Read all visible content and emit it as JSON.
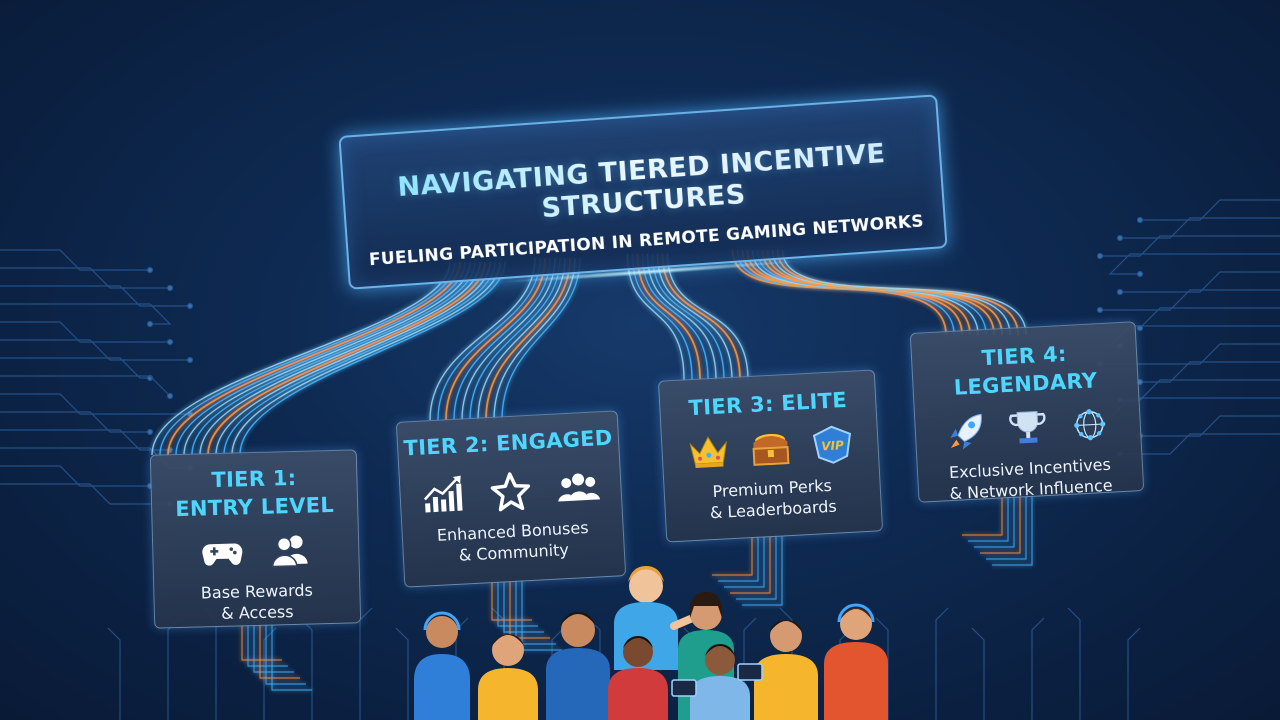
{
  "banner": {
    "title": "NAVIGATING TIERED INCENTIVE STRUCTURES",
    "subtitle": "FUELING PARTICIPATION IN REMOTE GAMING NETWORKS"
  },
  "tiers": [
    {
      "name_line1": "TIER 1:",
      "name_line2": "ENTRY LEVEL",
      "desc_line1": "Base Rewards",
      "desc_line2": "& Access",
      "icons": [
        "gamepad-icon",
        "users-icon"
      ]
    },
    {
      "name_line1": "TIER 2: ENGAGED",
      "desc_line1": "Enhanced Bonuses",
      "desc_line2": "& Community",
      "icons": [
        "growth-chart-icon",
        "star-icon",
        "group-icon"
      ]
    },
    {
      "name_line1": "TIER 3: ELITE",
      "desc_line1": "Premium Perks",
      "desc_line2": "& Leaderboards",
      "icons": [
        "crown-icon",
        "treasure-chest-icon",
        "vip-badge-icon"
      ],
      "vip_text": "VIP"
    },
    {
      "name_line1": "TIER 4: LEGENDARY",
      "desc_line1": "Exclusive Incentives",
      "desc_line2": "& Network Influence",
      "icons": [
        "rocket-icon",
        "trophy-icon",
        "network-globe-icon"
      ]
    }
  ],
  "colors": {
    "accent_cyan": "#4fd6ff",
    "accent_orange": "#ff9a3c",
    "background": "#0e2a52"
  }
}
